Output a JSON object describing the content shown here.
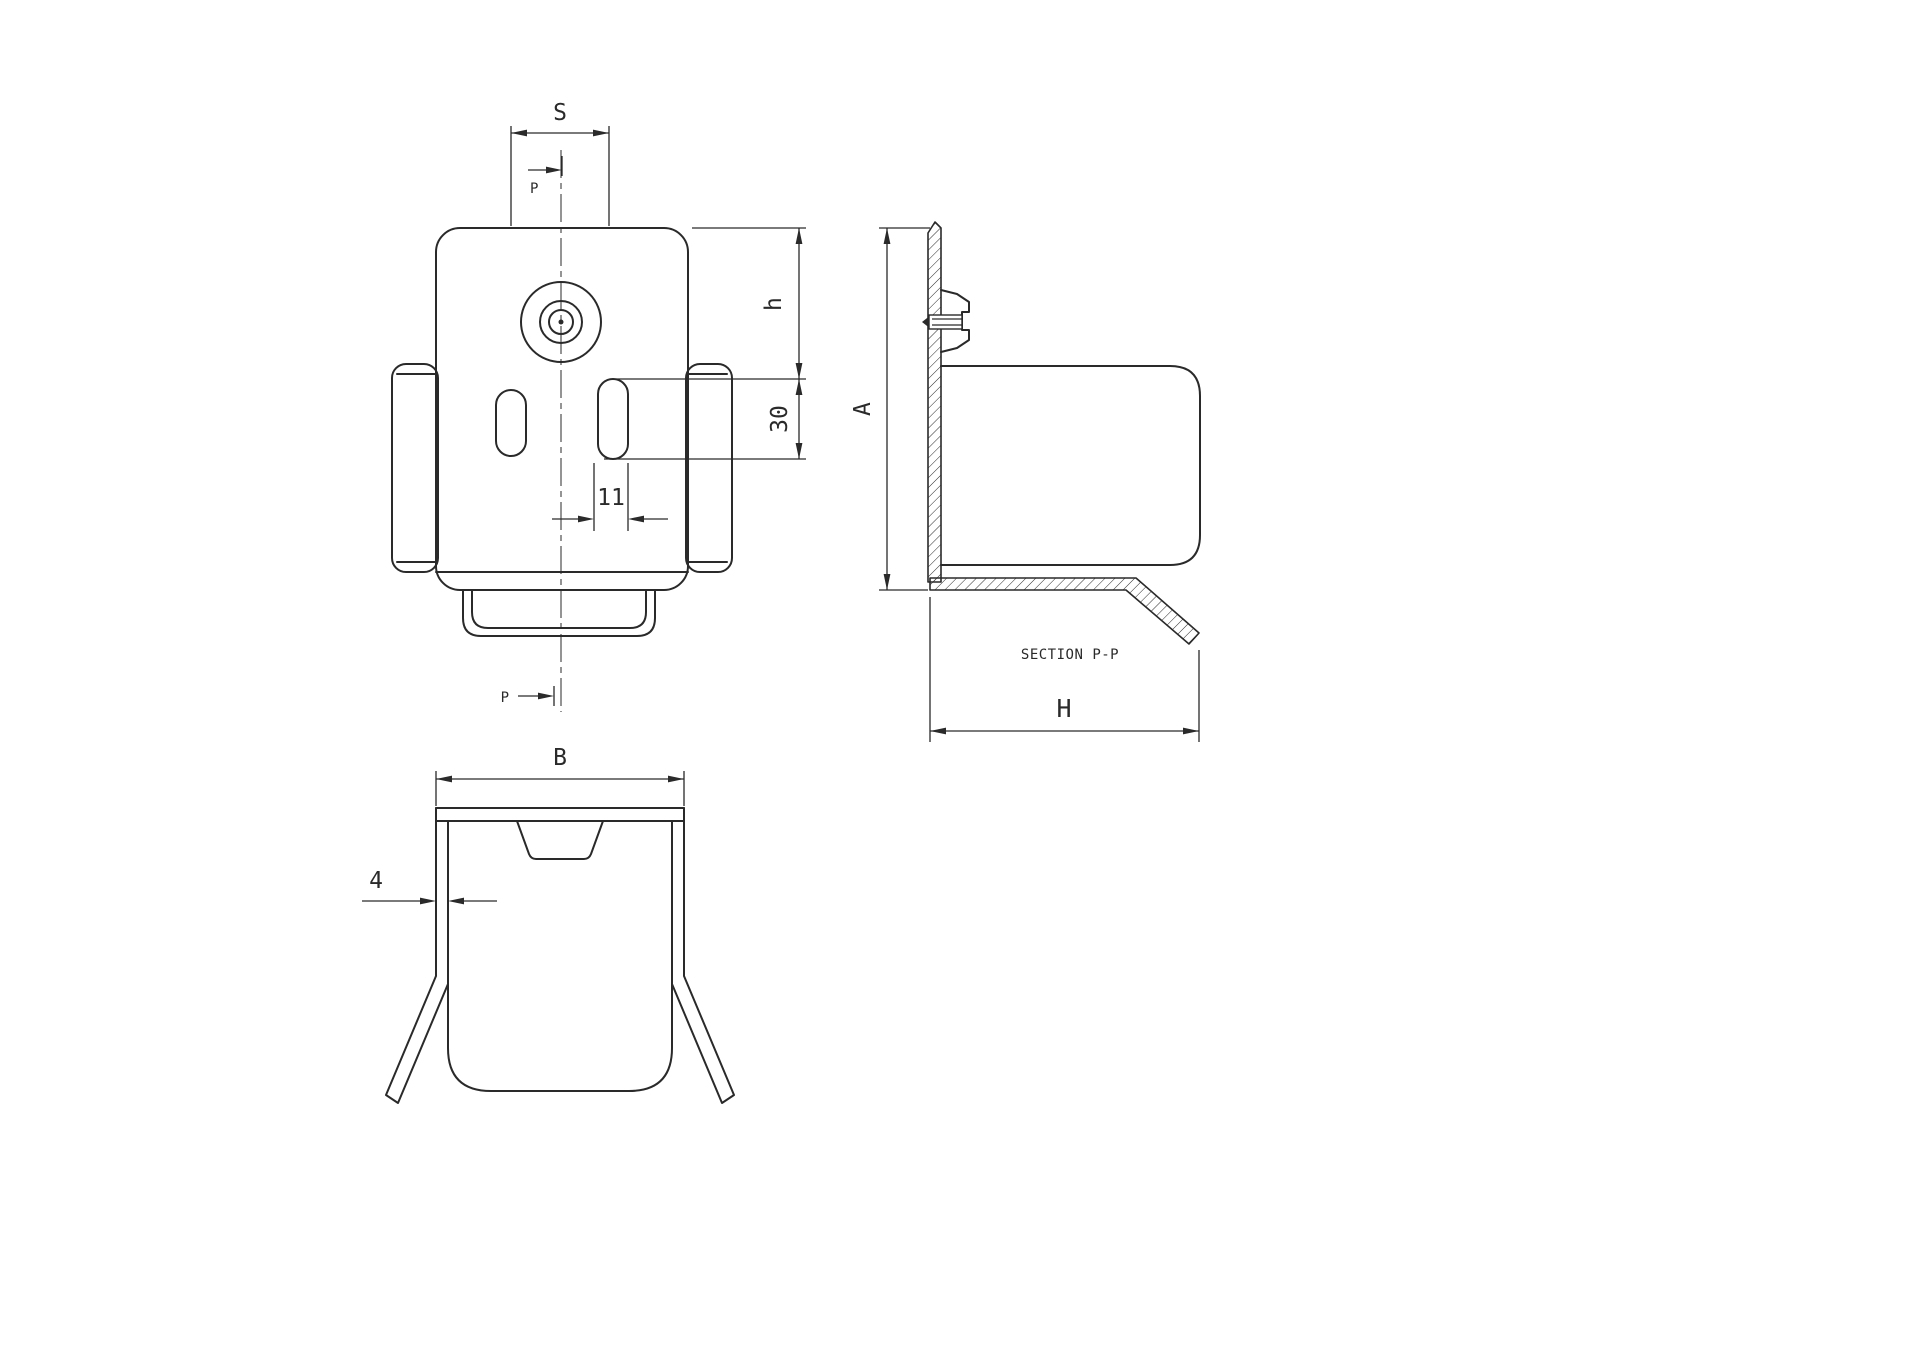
{
  "page": {
    "background_color": "#ffffff",
    "line_color": "#2a2a2a"
  },
  "labels": {
    "s": "S",
    "p_top": "P",
    "p_bottom": "P",
    "h": "h",
    "slot_height": "30",
    "slot_offset": "11",
    "a": "A",
    "overall_height": "H",
    "b": "B",
    "thickness": "4",
    "section_title": "SECTION P-P"
  }
}
